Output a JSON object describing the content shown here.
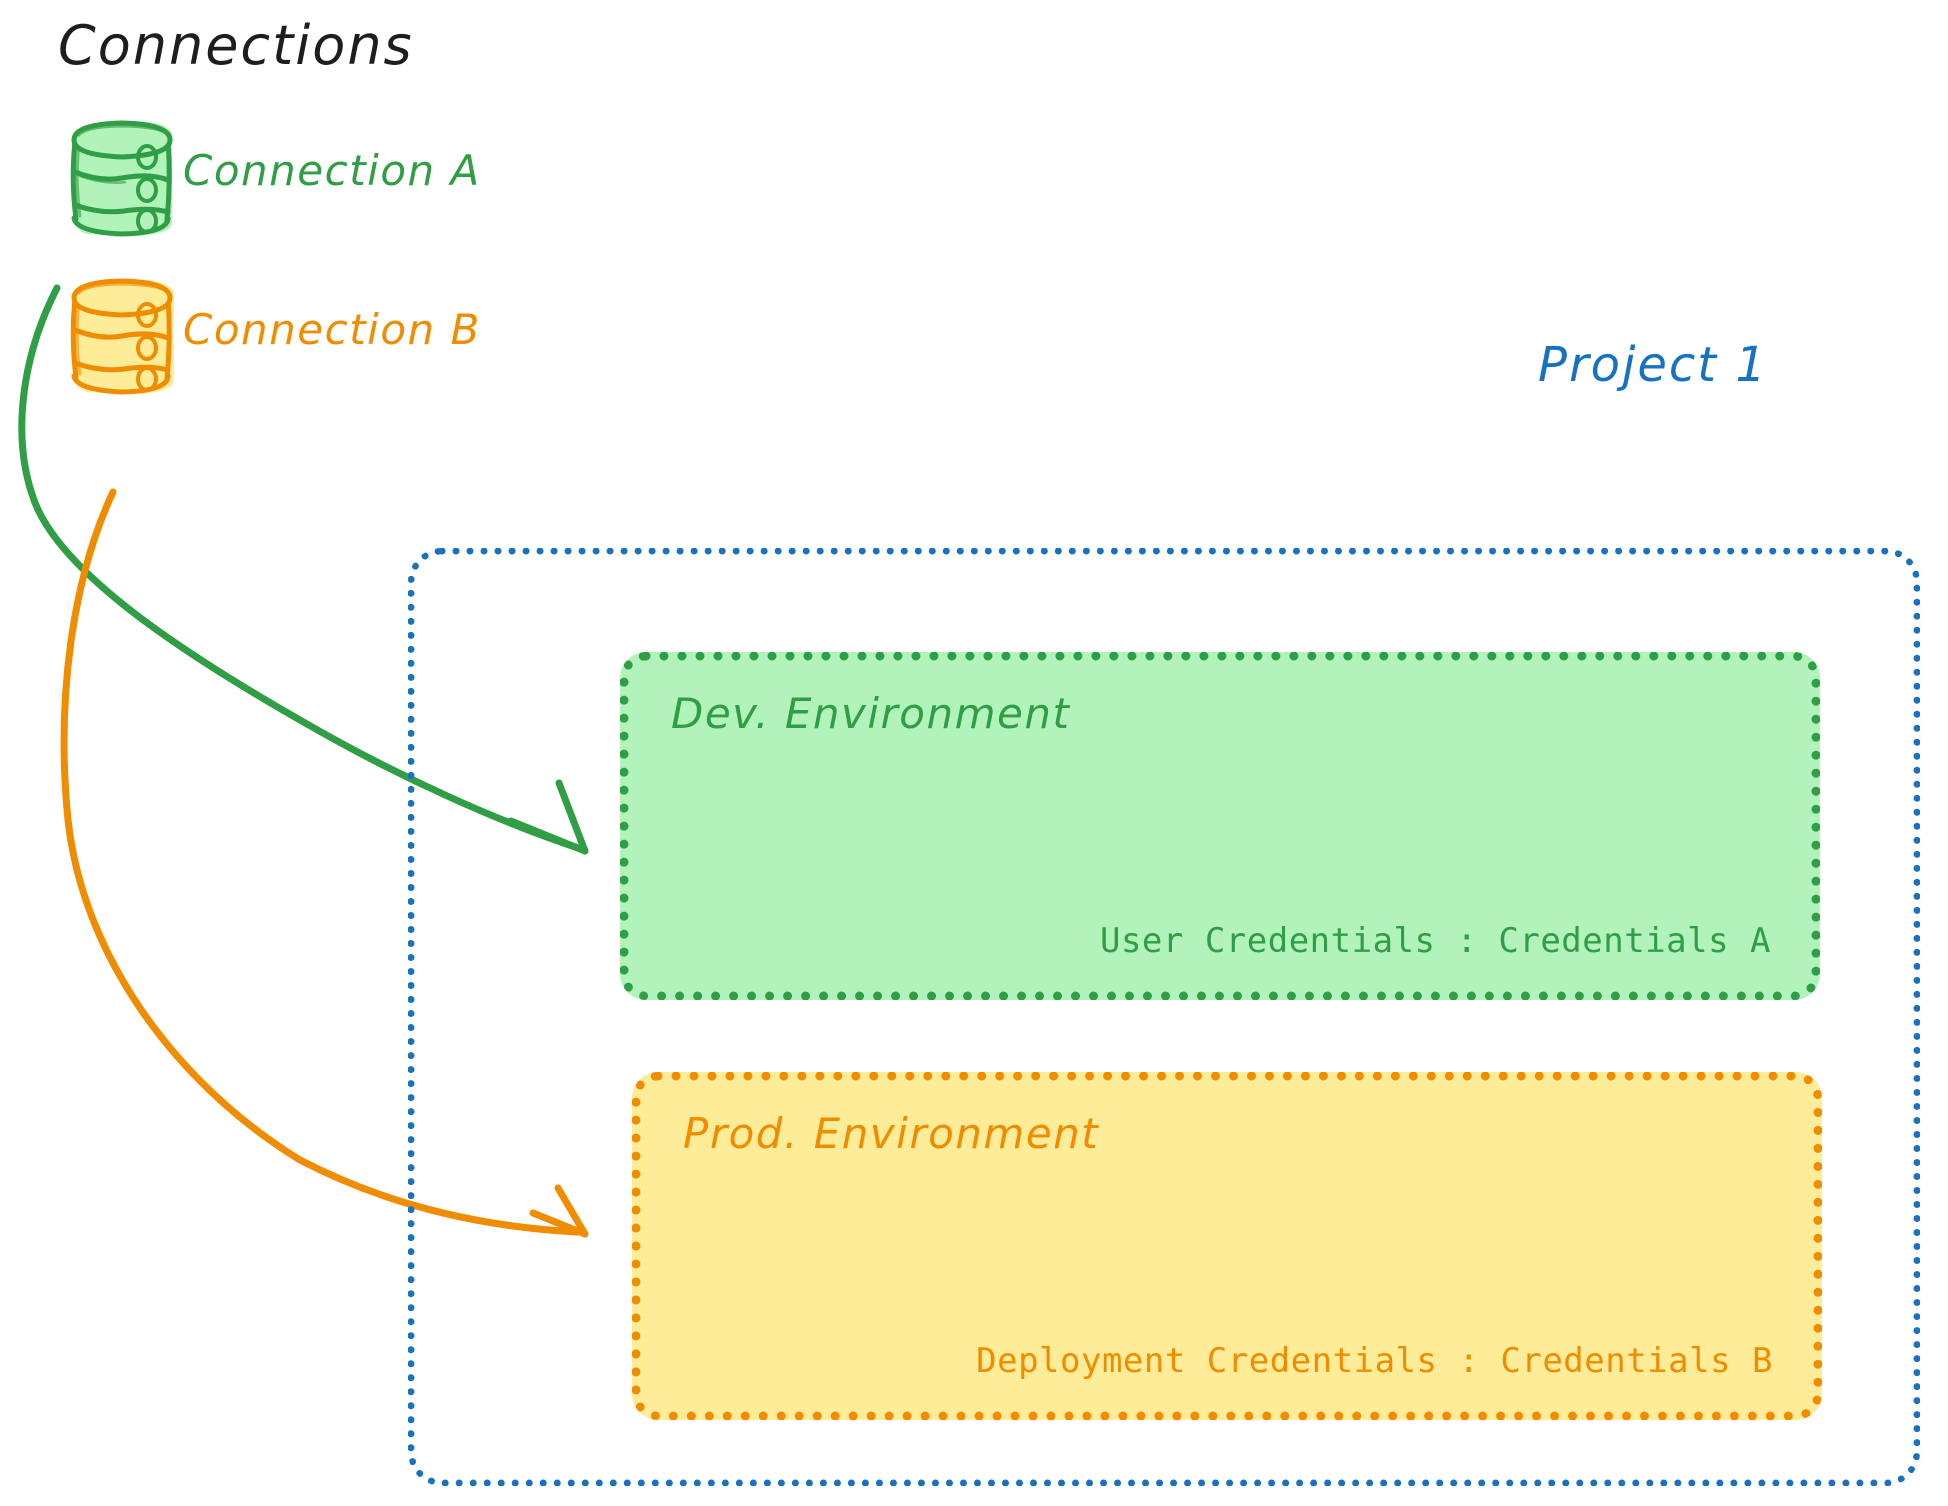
{
  "diagram": {
    "title": "Connections",
    "title_color": "#1e1e1e",
    "background": "#ffffff"
  },
  "connections": [
    {
      "id": "connection-a",
      "label": "Connection A",
      "color": "#2f9e44",
      "fill": "#b2f2bb",
      "icon": "database-cylinder-icon",
      "target": "Dev. Environment"
    },
    {
      "id": "connection-b",
      "label": "Connection B",
      "color": "#f08c00",
      "fill": "#ffec99",
      "icon": "database-cylinder-icon",
      "target": "Prod. Environment"
    }
  ],
  "project": {
    "label": "Project 1",
    "color": "#1971c2",
    "border_style": "dotted",
    "environments": [
      {
        "id": "dev-environment",
        "title": "Dev. Environment",
        "credentials_text": "User Credentials : Credentials A",
        "color": "#2f9e44",
        "fill": "#b2f2bb"
      },
      {
        "id": "prod-environment",
        "title": "Prod. Environment",
        "credentials_text": "Deployment Credentials : Credentials B",
        "color": "#f08c00",
        "fill": "#ffec99"
      }
    ]
  },
  "arrows": [
    {
      "id": "arrow-connection-a-to-dev",
      "color": "#2f9e44",
      "from": "Connection A",
      "to": "Dev. Environment"
    },
    {
      "id": "arrow-connection-b-to-prod",
      "color": "#f08c00",
      "from": "Connection B",
      "to": "Prod. Environment"
    }
  ]
}
